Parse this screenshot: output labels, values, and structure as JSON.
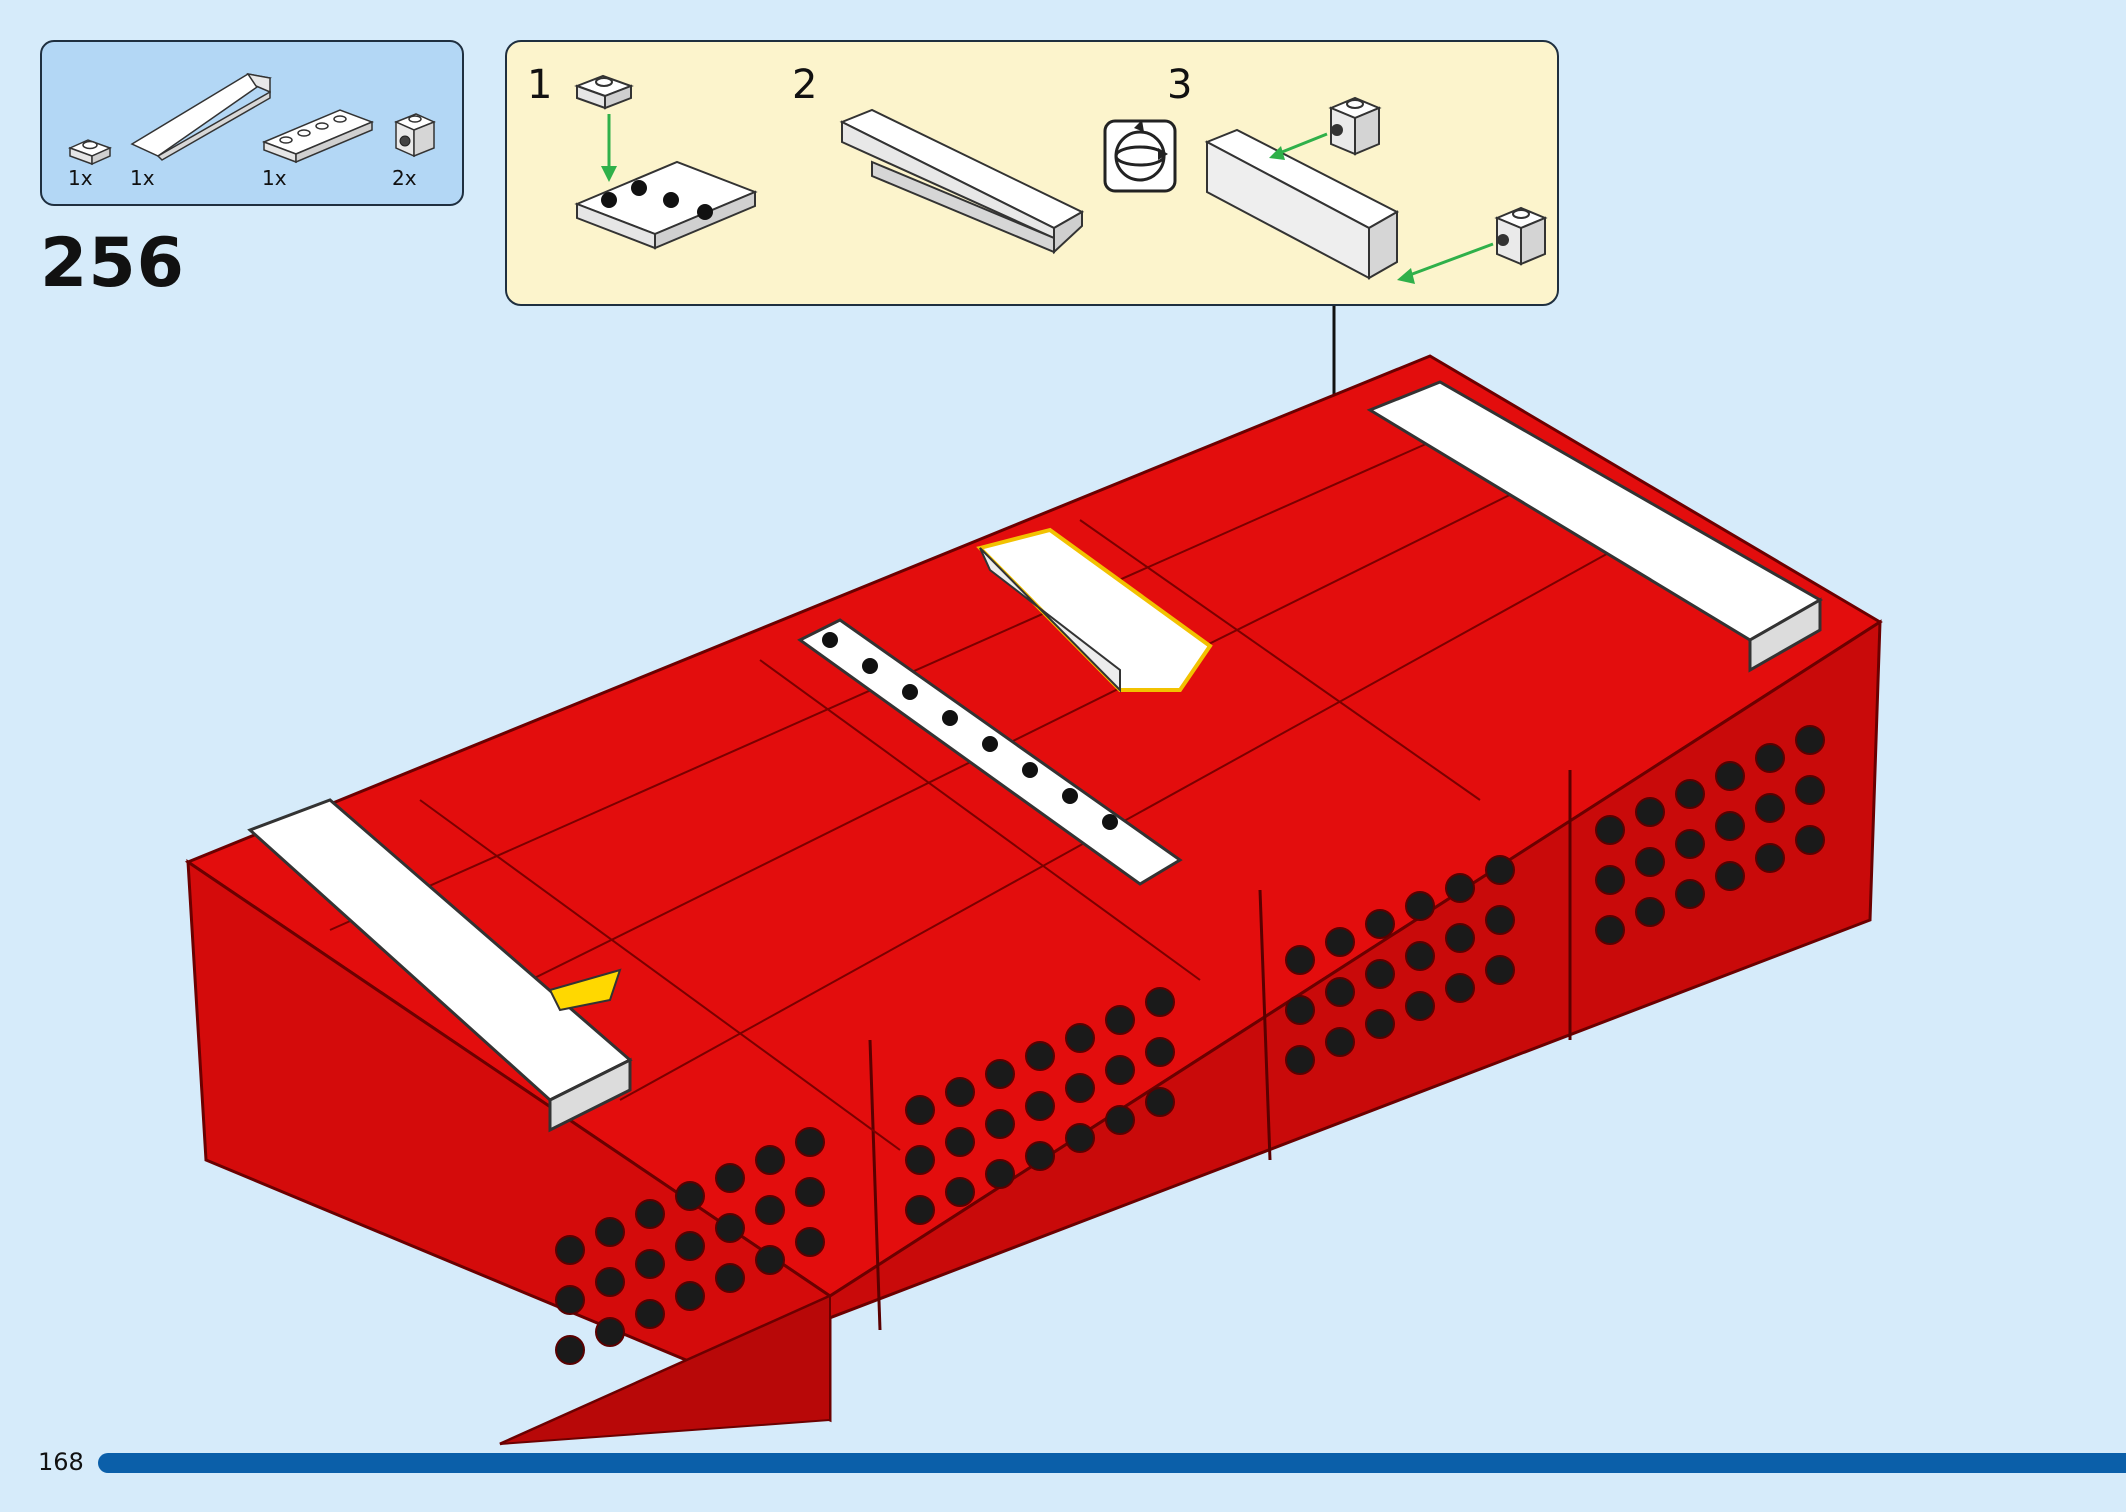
{
  "step": {
    "number": "256"
  },
  "parts_list": [
    {
      "qty": "1x",
      "part": "plate-1x1-white-icon"
    },
    {
      "qty": "1x",
      "part": "wedge-slope-white-icon"
    },
    {
      "qty": "1x",
      "part": "plate-1x4-white-icon"
    },
    {
      "qty": "2x",
      "part": "brick-1x1-stud-side-white-icon"
    }
  ],
  "substeps": [
    {
      "label": "1"
    },
    {
      "label": "2"
    },
    {
      "label": "3"
    }
  ],
  "footer": {
    "page_number": "168"
  },
  "colors": {
    "background": "#d6ebfa",
    "parts_panel": "#b3d7f5",
    "substep_panel": "#fcf4cc",
    "brick_red": "#e30d0d",
    "brick_white": "#ffffff",
    "highlight": "#f2c200",
    "arrow_green": "#2fb04a",
    "progress_blue": "#0b5fa9"
  }
}
